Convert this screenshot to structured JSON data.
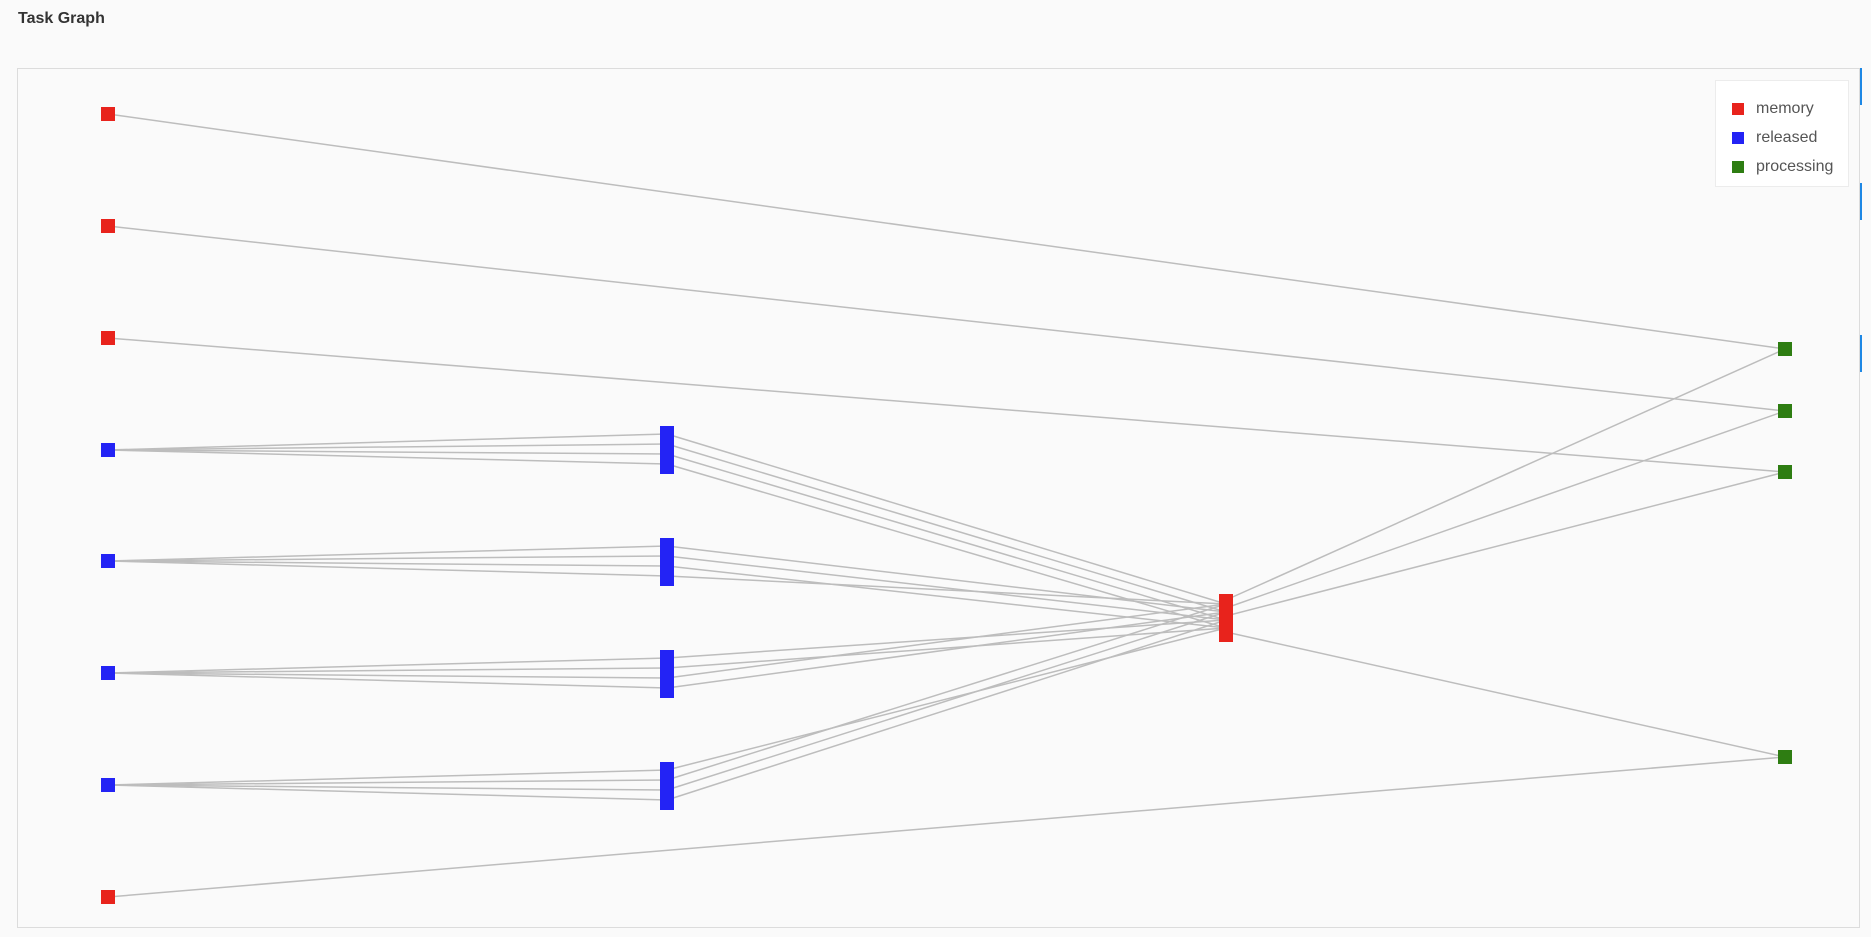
{
  "page": {
    "title": "Task Graph"
  },
  "colors": {
    "memory": "#e8231c",
    "released": "#2323f5",
    "processing": "#2e7d12",
    "edge": "#bdbdbd",
    "accent": "#1e88e5"
  },
  "legend": {
    "items": [
      {
        "label": "memory",
        "state": "memory"
      },
      {
        "label": "released",
        "state": "released"
      },
      {
        "label": "processing",
        "state": "processing"
      }
    ]
  },
  "graph": {
    "nodes": [
      {
        "id": "a1",
        "state": "memory"
      },
      {
        "id": "a2",
        "state": "memory"
      },
      {
        "id": "a3",
        "state": "memory"
      },
      {
        "id": "a4",
        "state": "released"
      },
      {
        "id": "a5",
        "state": "released"
      },
      {
        "id": "a6",
        "state": "released"
      },
      {
        "id": "a7",
        "state": "released"
      },
      {
        "id": "a8",
        "state": "memory"
      },
      {
        "id": "b1",
        "state": "released"
      },
      {
        "id": "b2",
        "state": "released"
      },
      {
        "id": "b3",
        "state": "released"
      },
      {
        "id": "b4",
        "state": "released"
      },
      {
        "id": "c1",
        "state": "memory"
      },
      {
        "id": "d1",
        "state": "processing"
      },
      {
        "id": "d2",
        "state": "processing"
      },
      {
        "id": "d3",
        "state": "processing"
      },
      {
        "id": "d4",
        "state": "processing"
      }
    ],
    "edges": [
      [
        "a1",
        "d1"
      ],
      [
        "a2",
        "d2"
      ],
      [
        "a3",
        "d3"
      ],
      [
        "a8",
        "d4"
      ],
      [
        "a4",
        "b1"
      ],
      [
        "a5",
        "b2"
      ],
      [
        "a6",
        "b3"
      ],
      [
        "a7",
        "b4"
      ],
      [
        "b1",
        "c1"
      ],
      [
        "b2",
        "c1"
      ],
      [
        "b3",
        "c1"
      ],
      [
        "b4",
        "c1"
      ],
      [
        "c1",
        "d1"
      ],
      [
        "c1",
        "d2"
      ],
      [
        "c1",
        "d3"
      ],
      [
        "c1",
        "d4"
      ]
    ]
  }
}
